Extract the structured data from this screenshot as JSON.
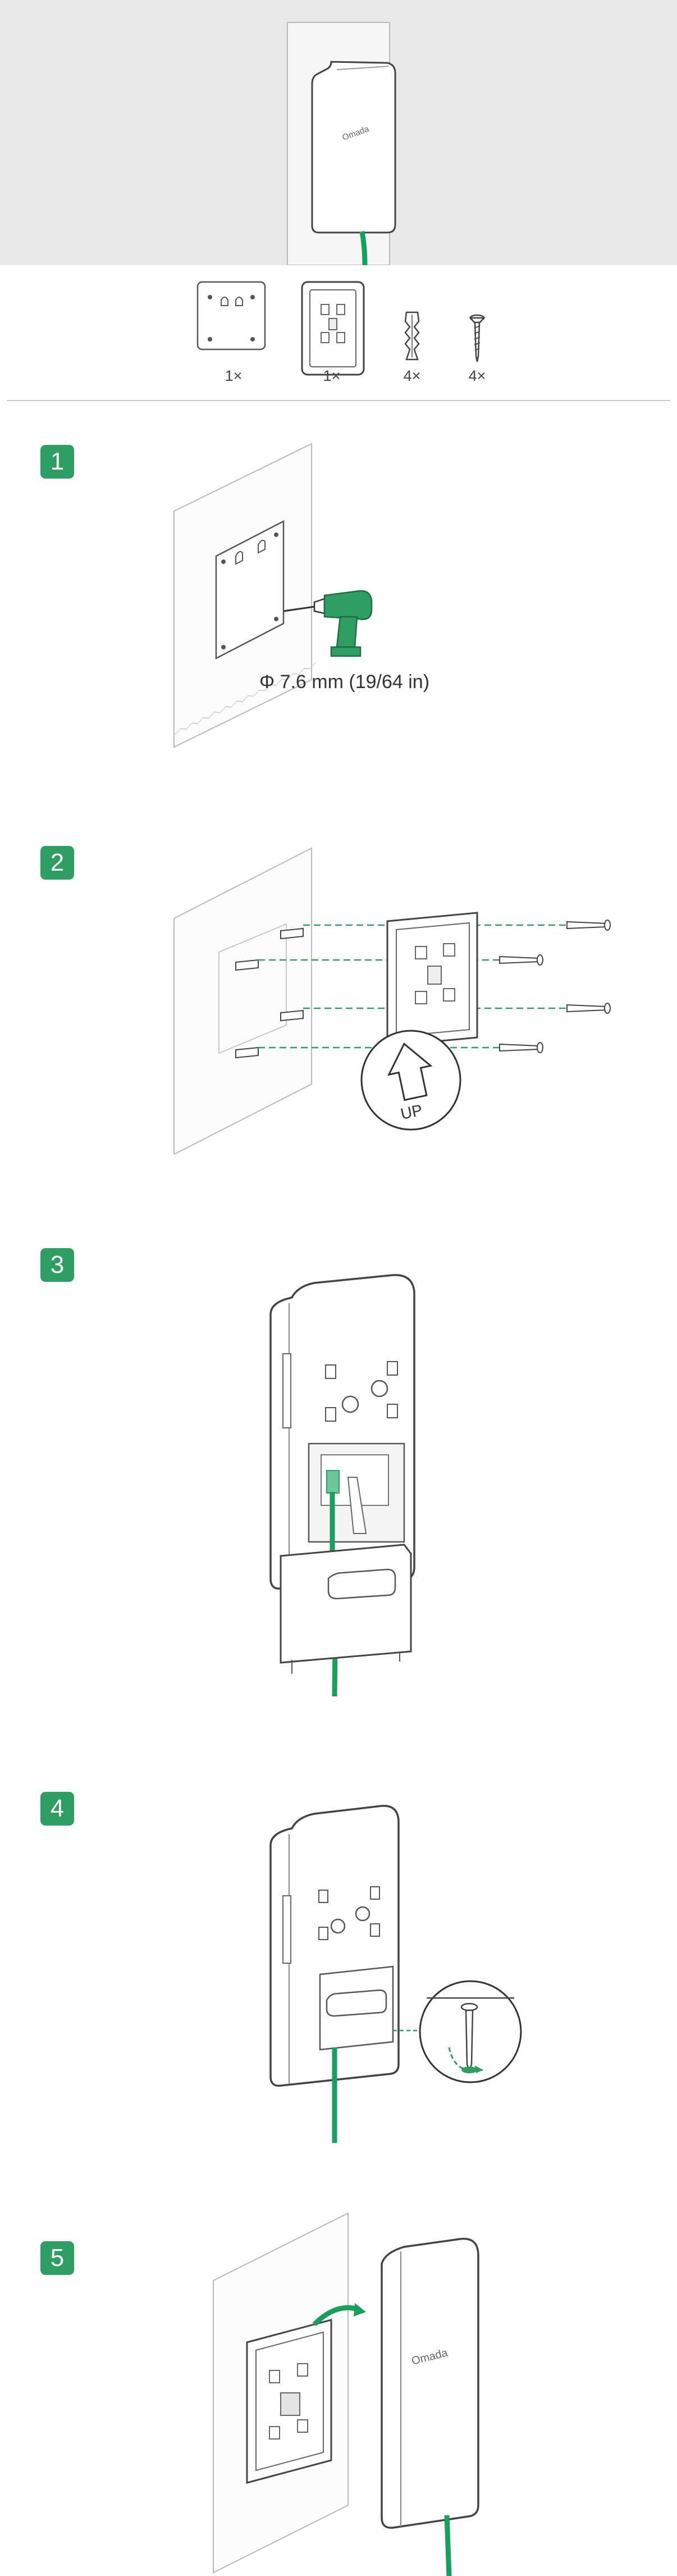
{
  "hero": {
    "logo_text": "Omada"
  },
  "package_items": [
    {
      "name": "mounting-plate",
      "qty_label": "1×"
    },
    {
      "name": "bracket",
      "qty_label": "1×"
    },
    {
      "name": "anchors",
      "qty_label": "4×"
    },
    {
      "name": "screws",
      "qty_label": "4×"
    }
  ],
  "steps": [
    {
      "number": "1",
      "caption": "Φ 7.6 mm (19/64 in)"
    },
    {
      "number": "2",
      "label": "UP"
    },
    {
      "number": "3"
    },
    {
      "number": "4"
    },
    {
      "number": "5",
      "logo_text": "Omada"
    }
  ],
  "colors": {
    "accent": "#2e9e63",
    "cable": "#17a05b",
    "line": "#333333",
    "hero_bg": "#e8e8e8"
  }
}
